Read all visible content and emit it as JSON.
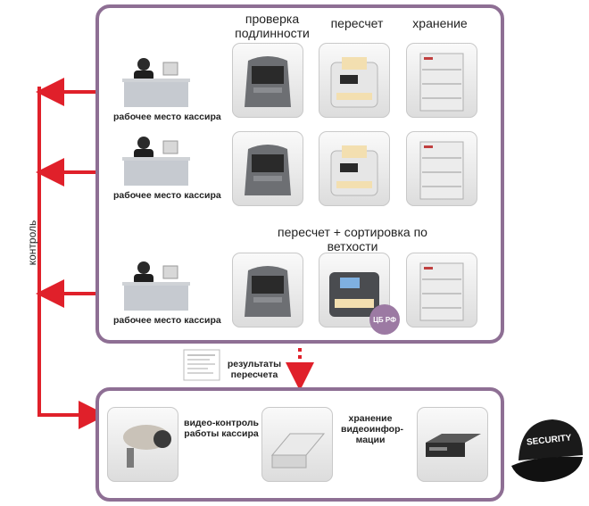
{
  "headers": {
    "authenticity": "проверка подлинности",
    "counting": "пересчет",
    "storage": "хранение",
    "sorting": "пересчет + сортировка по ветхости"
  },
  "workstation_label": "рабочее место кассира",
  "control_label": "контроль",
  "results_label": "результаты пересчета",
  "video_control_label": "видео-контроль работы кассира",
  "video_storage_label": "хранение видеоинфор-мации",
  "badge_text": "ЦБ РФ",
  "cap_text": "SECURITY",
  "colors": {
    "frame": "#8e6f94",
    "arrow": "#e0202a",
    "badge": "#9c7aa3"
  }
}
